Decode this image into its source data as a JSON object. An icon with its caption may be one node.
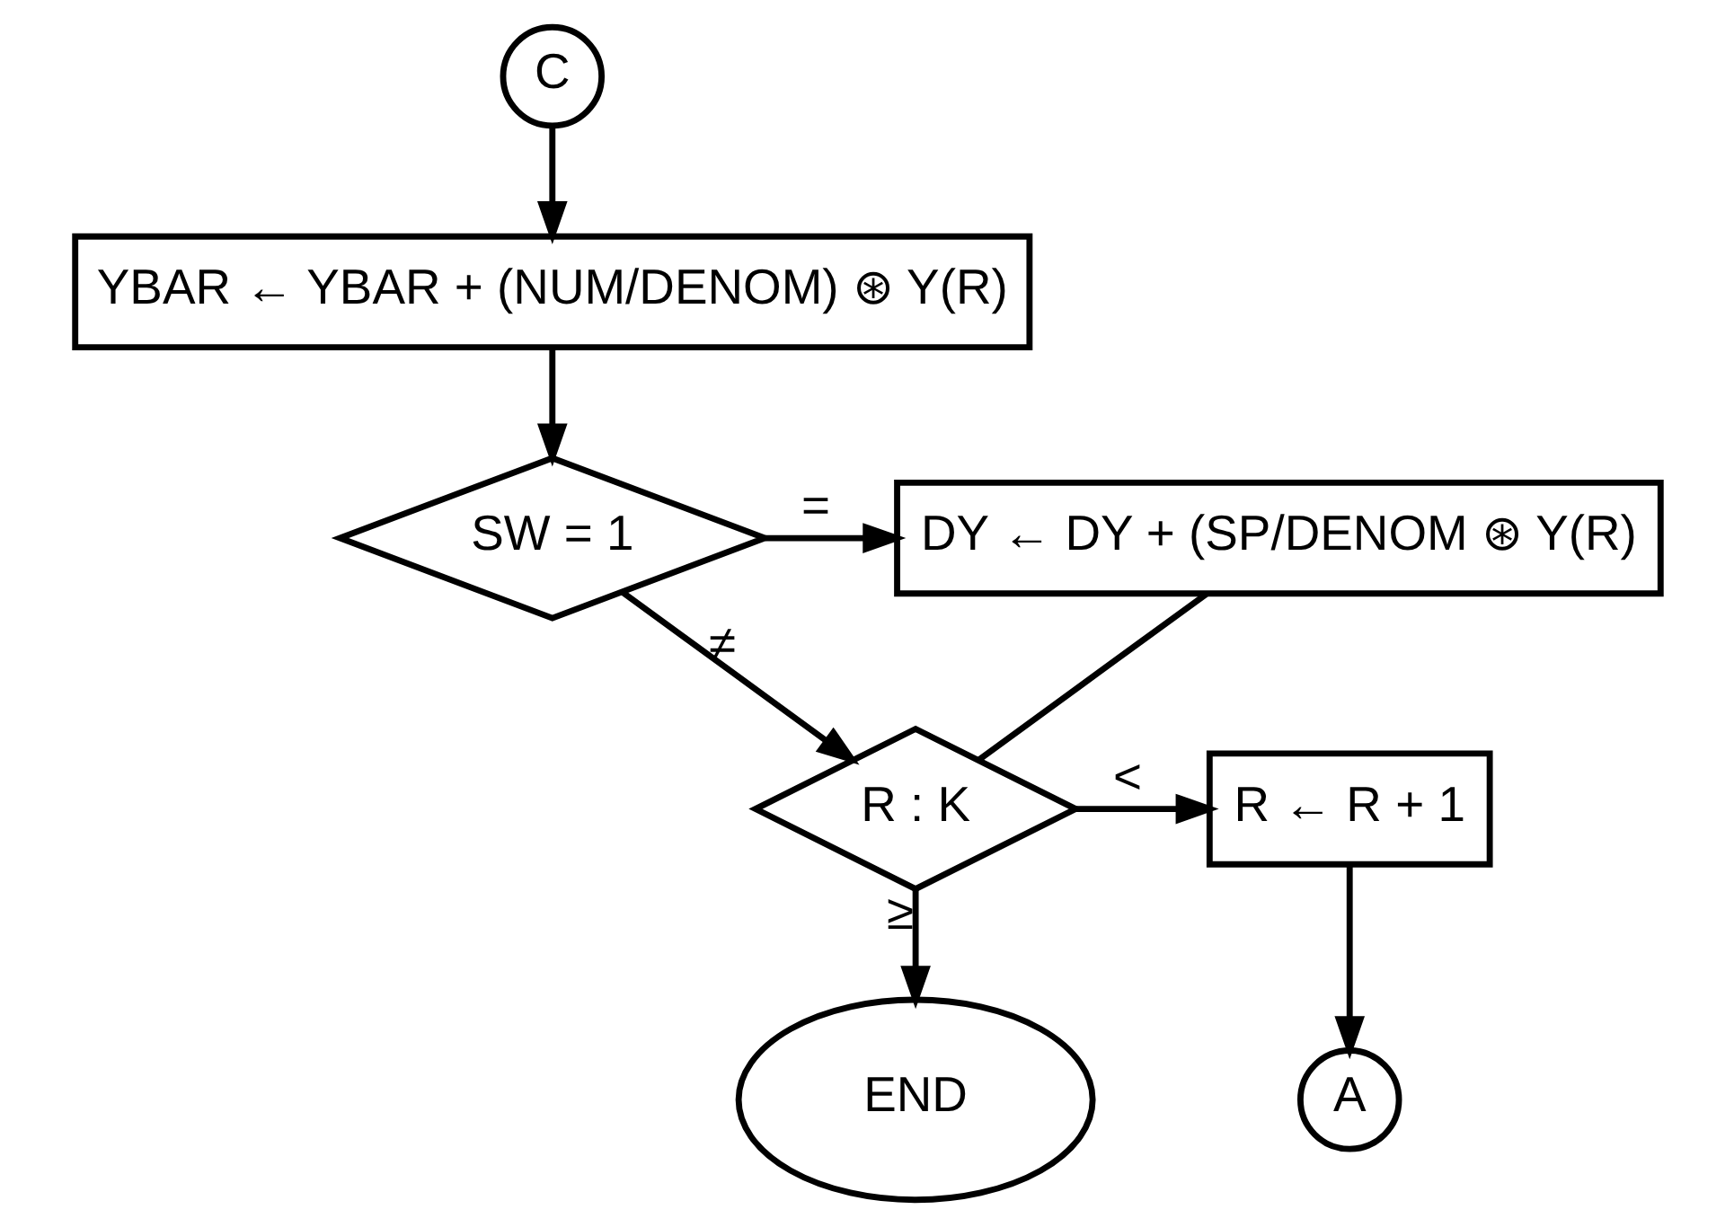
{
  "diagram": {
    "nodes": [
      {
        "text": [
          "C"
        ]
      },
      {
        "text": [
          "YBAR ← YBAR + (NUM/DENOM) ⊛ Y(R)"
        ]
      },
      {
        "text": [
          "SW = 1"
        ]
      },
      {
        "text": [
          "DY ← DY + (SP/DENOM ⊛ Y(R)"
        ]
      },
      {
        "text": [
          "R : K"
        ]
      },
      {
        "text": [
          "R ← R + 1"
        ]
      },
      {
        "text": [
          "END"
        ]
      },
      {
        "text": [
          "A"
        ]
      }
    ],
    "edges": [
      {
        "from": 0,
        "to": 1,
        "arrow": "to"
      },
      {
        "from": 1,
        "to": 2,
        "arrow": "to"
      },
      {
        "from": 2,
        "to": 3,
        "arrow": "to",
        "label": "="
      },
      {
        "from": 3,
        "to": 4,
        "arrow": "none"
      },
      {
        "from": 2,
        "to": 4,
        "arrow": "to",
        "label": "≠"
      },
      {
        "from": 4,
        "to": 5,
        "arrow": "to",
        "label": "<"
      },
      {
        "from": 4,
        "to": 6,
        "arrow": "to",
        "label": "≥"
      },
      {
        "from": 5,
        "to": 7,
        "arrow": "to"
      }
    ]
  }
}
